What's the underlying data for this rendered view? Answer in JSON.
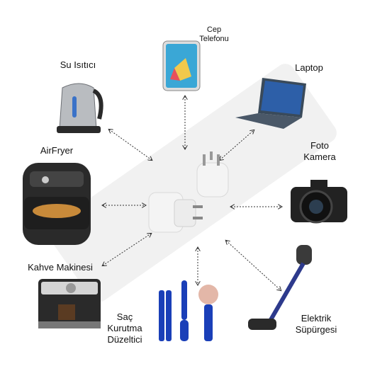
{
  "labels": {
    "phone": [
      "Cep",
      "Telefonu"
    ],
    "kettle": "Su Isıtıcı",
    "laptop": "Laptop",
    "airfryer": "AirFryer",
    "camera": [
      "Foto",
      "Kamera"
    ],
    "coffee": "Kahve Makinesi",
    "hair": [
      "Saç",
      "Kurutma",
      "Düzeltici"
    ],
    "vacuum": [
      "Elektrik",
      "Süpürgesi"
    ]
  },
  "colors": {
    "background": "#ffffff",
    "watermark": "#f1f1f1",
    "plug": "#f4f4f4",
    "plug_shadow": "#d9d9d9",
    "appliance_dark": "#2a2a2a",
    "phone_screen": "#3aa7d6",
    "laptop_body": "#3a4a5a",
    "laptop_screen": "#2d5fa8",
    "kettle_steel": "#b9bcc0",
    "vacuum_blue": "#2d3a8c",
    "hair_tool_blue": "#1a3fb8",
    "hair_tool_pink": "#e3b7a8",
    "arrow": "#333333"
  },
  "icons": [
    "smart-plug-icon",
    "mobile-phone-icon",
    "kettle-icon",
    "laptop-icon",
    "air-fryer-icon",
    "camera-icon",
    "coffee-machine-icon",
    "hair-tools-icon",
    "vacuum-cleaner-icon"
  ]
}
